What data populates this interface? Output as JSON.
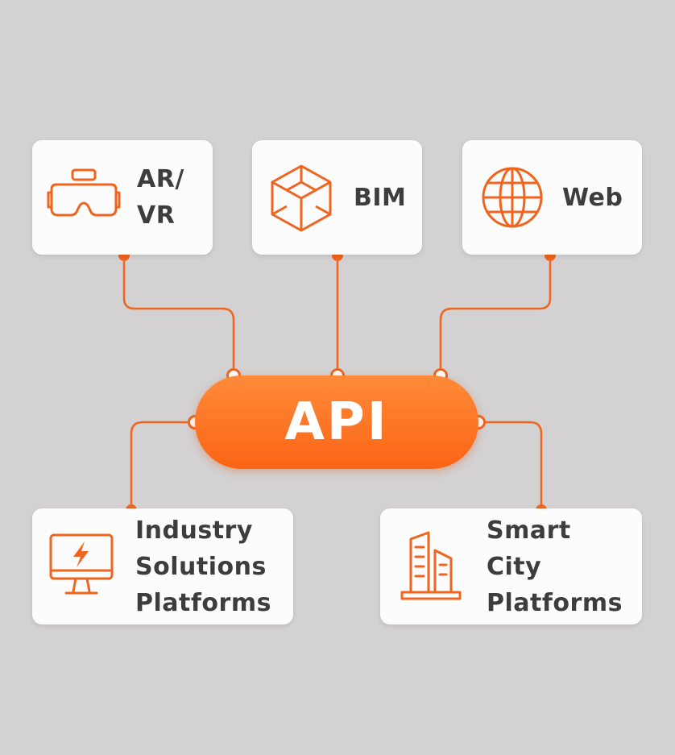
{
  "colors": {
    "accent": "#f0641e",
    "background": "#d3d1d2",
    "card": "#fcfcfc",
    "text": "#3d3d3d",
    "hub_gradient_top": "#ff8b3a",
    "hub_gradient_bottom": "#fa6414"
  },
  "hub": {
    "label": "API"
  },
  "nodes": [
    {
      "id": "ar-vr",
      "icon": "vr-headset-icon",
      "label_lines": [
        "AR/",
        "VR"
      ]
    },
    {
      "id": "bim",
      "icon": "wireframe-cube-icon",
      "label_lines": [
        "BIM"
      ]
    },
    {
      "id": "web",
      "icon": "globe-icon",
      "label_lines": [
        "Web"
      ]
    },
    {
      "id": "industry",
      "icon": "monitor-lightning-icon",
      "label_lines": [
        "Industry",
        "Solutions",
        "Platforms"
      ]
    },
    {
      "id": "smart-city",
      "icon": "city-buildings-icon",
      "label_lines": [
        "Smart",
        "City",
        "Platforms"
      ]
    }
  ]
}
